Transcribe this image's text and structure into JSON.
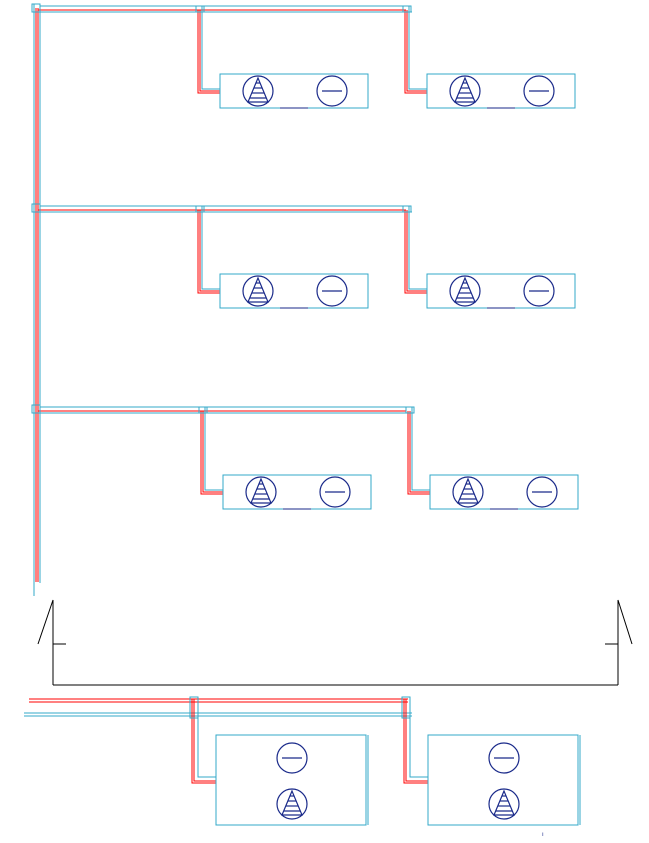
{
  "diagram": {
    "colors": {
      "supply": "#ff0000",
      "return": "#33a9c9",
      "equipment": "#33a9c9",
      "symbol": "#1a2a8a",
      "section": "#000000"
    },
    "icons": {
      "pump": "triangle-pump-icon",
      "valve": "circle-bar-valve-icon",
      "section_mark": "section-cut-arrow-icon"
    },
    "levels": [
      {
        "units": 2
      },
      {
        "units": 2
      },
      {
        "units": 2
      }
    ],
    "lower_section": {
      "units": 2,
      "orientation": "vertical"
    },
    "footnote": "ı"
  }
}
